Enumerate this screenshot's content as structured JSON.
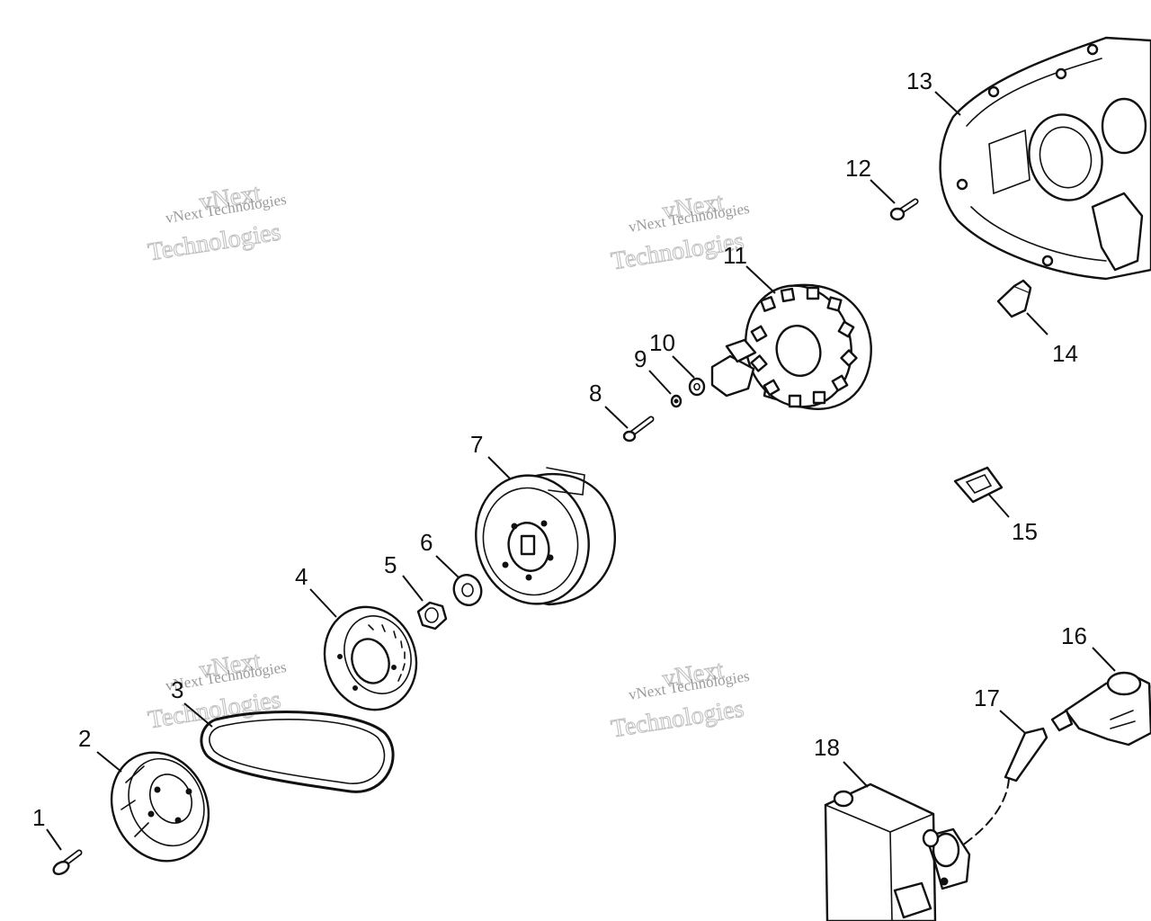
{
  "watermark": {
    "line1": "vNext Technologies",
    "line2a": "vNext",
    "line2b": "Technologies"
  },
  "callouts": [
    "1",
    "2",
    "3",
    "4",
    "5",
    "6",
    "7",
    "8",
    "9",
    "10",
    "11",
    "12",
    "13",
    "14",
    "15",
    "16",
    "17",
    "18"
  ]
}
